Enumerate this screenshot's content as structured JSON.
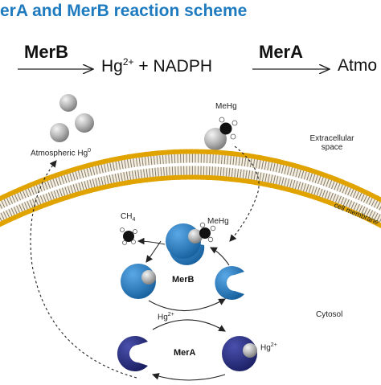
{
  "title": "erA and MerB reaction scheme",
  "equation": {
    "enzyme1": "MerB",
    "hg": "Hg",
    "hg_charge": "2+",
    "plus_nadph": " + NADPH",
    "enzyme2": "MerA",
    "product_partial": "Atmo"
  },
  "labels": {
    "atmospheric": "Atmospheric Hg",
    "atmospheric_sup": "0",
    "mehg_top": "MeHg",
    "extracellular_line1": "Extracellular",
    "extracellular_line2": "space",
    "cell_membrane": "cell membrane",
    "ch4": "CH",
    "ch4_sub": "4",
    "mehg_bound": "MeHg",
    "merb": "MerB",
    "hg_released": "Hg",
    "hg_released_sup": "2+",
    "cytosol": "Cytosol",
    "mera": "MerA",
    "hg_mera": "Hg",
    "hg_mera_sup": "2+"
  },
  "colors": {
    "title_blue": "#1f7bbf",
    "merb_blue": "#1f78c1",
    "mera_navy": "#2a2f86",
    "membrane_gold": "#e0a300",
    "mercury_gray": "#a9a9a9",
    "methyl_black": "#111111"
  }
}
